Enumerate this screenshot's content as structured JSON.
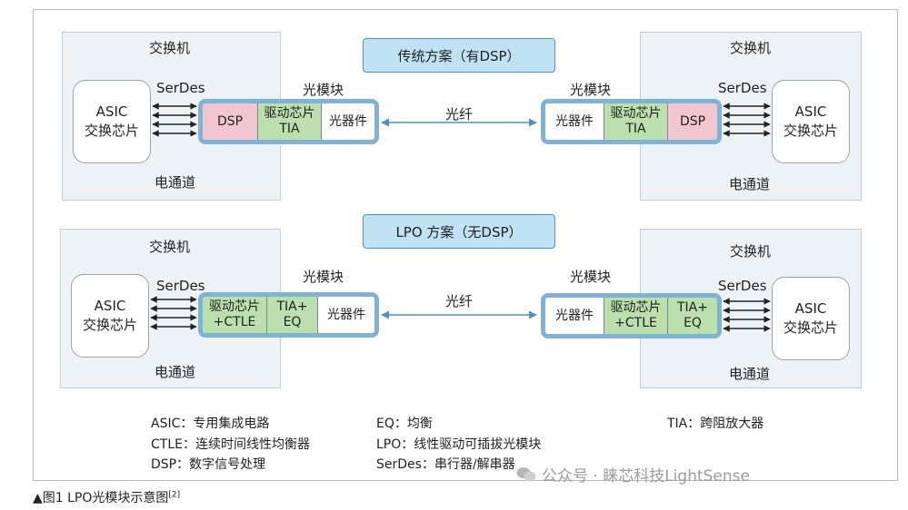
{
  "traditional": {
    "title": "传统方案（有DSP）",
    "left": {
      "switch_label": "交换机",
      "asic_line1": "ASIC",
      "asic_line2": "交换芯片",
      "serdes": "SerDes",
      "module_label": "光模块",
      "channel": "电通道",
      "cells": [
        "DSP",
        [
          "驱动芯片",
          "TIA"
        ],
        "光器件"
      ]
    },
    "right": {
      "switch_label": "交换机",
      "asic_line1": "ASIC",
      "asic_line2": "交换芯片",
      "serdes": "SerDes",
      "module_label": "光模块",
      "channel": "电通道",
      "cells": [
        "光器件",
        [
          "驱动芯片",
          "TIA"
        ],
        "DSP"
      ]
    },
    "fiber": "光纤"
  },
  "lpo": {
    "title": "LPO 方案（无DSP）",
    "left": {
      "switch_label": "交换机",
      "asic_line1": "ASIC",
      "asic_line2": "交换芯片",
      "serdes": "SerDes",
      "module_label": "光模块",
      "channel": "电通道",
      "cells": [
        [
          "驱动芯片",
          "+CTLE"
        ],
        [
          "TIA+",
          "EQ"
        ],
        "光器件"
      ]
    },
    "right": {
      "switch_label": "交换机",
      "asic_line1": "ASIC",
      "asic_line2": "交换芯片",
      "serdes": "SerDes",
      "module_label": "光模块",
      "channel": "电通道",
      "cells": [
        "光器件",
        [
          "驱动芯片",
          "+CTLE"
        ],
        [
          "TIA+",
          "EQ"
        ]
      ]
    },
    "fiber": "光纤"
  },
  "legend": {
    "asic": "ASIC：专用集成电路",
    "ctle": "CTLE：连续时间线性均衡器",
    "dsp": "DSP：数字信号处理",
    "eq": "EQ：均衡",
    "lpo": "LPO：线性驱动可插拔光模块",
    "serdes": "SerDes：串行器/解串器",
    "tia": "TIA：跨阻放大器"
  },
  "caption": {
    "text": "▲图1 LPO光模块示意图",
    "ref": "[2]"
  },
  "watermark": "公众号 · 睐芯科技LightSense",
  "colors": {
    "module_border": "#7eb3d6",
    "title_fill": "#bfe3f5",
    "dsp_fill": "#f2c6cf",
    "driver_fill": "#bcdfae",
    "switch_fill": "#edf2f6"
  }
}
